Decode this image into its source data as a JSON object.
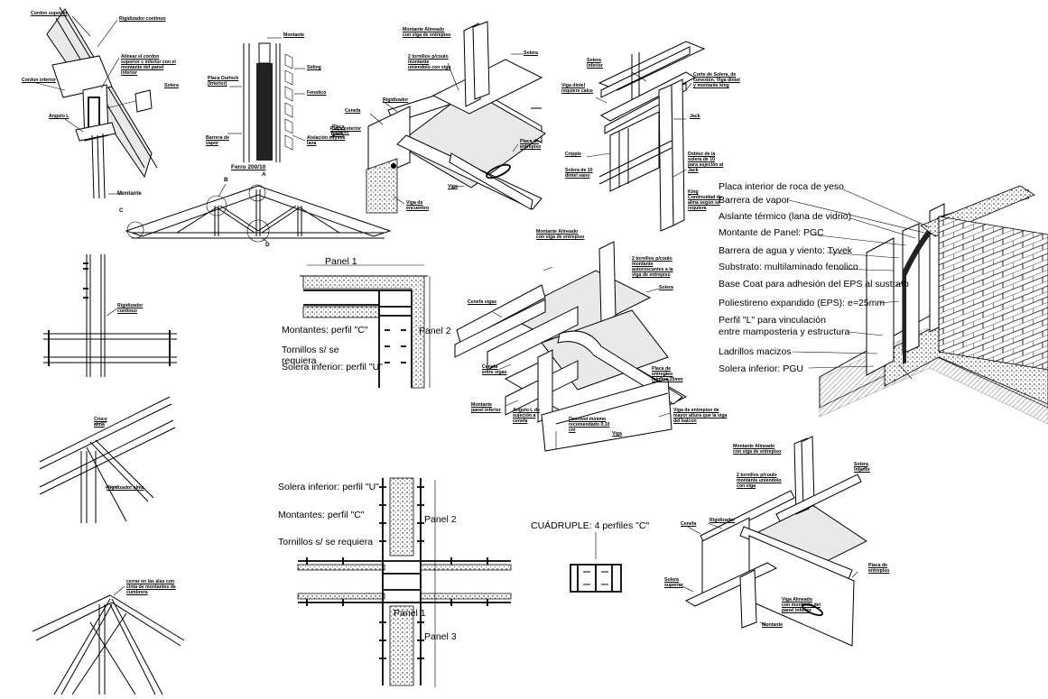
{
  "legend_right": {
    "items": [
      "Placa interior de roca de yeso",
      "Barrera de vapor",
      "Aislante térmico (lana de vidrio)",
      "Montante de Panel: PGC",
      "Barrera de agua y viento: Tyvek",
      "Substrato: multilaminado fenolico",
      "Base Coat para adhesión del EPS al sustrato",
      "Poliestireno expandido (EPS): e=25mm",
      "Perfil \"L\" para vinculación",
      "entre mamposteria y estructura",
      "Ladrillos macizos",
      "Solera inferior: PGU"
    ]
  },
  "plan_top": {
    "panel1": "Panel 1",
    "panel2": "Panel 2",
    "montantes": "Montantes: perfil \"C\"",
    "tornillos": "Tornillos s/ se",
    "tornillos2": "requiera",
    "solera": "Solera inferior: perfil \"U\""
  },
  "plan_bottom": {
    "solera": "Solera inferior: perfil \"U\"",
    "montantes": "Montantes: perfil \"C\"",
    "tornillos": "Tornillos s/ se requiera",
    "panel2": "Panel 2",
    "panel1": "Panel 1",
    "panel3": "Panel 3"
  },
  "cuadruple": {
    "title": "CUÁDRUPLE: 4 perfiles \"C\""
  },
  "truss_detail": {
    "cordon_superior": "Cordon superior",
    "rigidizador": "Rigidizador continuo",
    "alinear": "Alinear el cordon superior c inferior con el montante del panel inferior",
    "cordon_inferior": "Cordon inferior",
    "solera": "Solera",
    "angulo": "Angulo L",
    "montante": "Montante"
  },
  "wall_section": {
    "montante": "Montante",
    "placa_durlock": "Placa Durlock (Interior)",
    "siding": "Siding",
    "fenolico": "Fenolico",
    "barrera": "Barrera de vapor",
    "aislacion": "Aislación en lana",
    "tyvek": "Placa exterior Tyvek",
    "title": "Ferro 200/10"
  },
  "truss_letters": {
    "a": "A",
    "b": "B",
    "c": "C",
    "d": "D"
  },
  "joist_top": {
    "montante": "Montante Alineado con viga de entrepiso",
    "tornillos": "2 tornillos p/coulo montante uniendolo con viga",
    "solera": "Solera",
    "rigidizador": "Rigidizador",
    "cenefa": "Cenefa",
    "placa": "Placa exterior Tyvek",
    "placa_entrepiso": "Placa de entrepiso",
    "viga": "Viga",
    "viga_encuentro": "Viga de encuentro"
  },
  "window_detail": {
    "solera_inferior": "Solera inferior",
    "corte": "Corte de Solera, de conexión. Viga dintel y montante king",
    "viga_dintel": "Viga dintel requiere calce",
    "jack": "Jack",
    "cripple": "Cripple",
    "doblez": "Doblez de la solera de 10 para sujeción al Jack",
    "solera_ventana": "Solera de 10 dintel vano",
    "king": "King",
    "continuidad": "Continuidad de alma según se requiera"
  },
  "small_details": {
    "rigidizador": "Rigidizador continuo",
    "cruce": "Cruce alma",
    "rigid2": "Rigidizador alma",
    "cerrar": "cerrar en las alas con cinta de montantes de cumbrera"
  },
  "center_joist": {
    "montante": "Montante Alineado con viga de entrepiso",
    "tornillos": "2 tornillos p/coulo montante autoroscantes a la viga de entrepiso",
    "solera": "Solera",
    "cenefa_viga": "Cenefa vigas",
    "cenefa_entre": "Cenefa entre vigas",
    "montante_panel": "Montante panel inferior",
    "angulo": "Angulo L de sujeción a cenefa",
    "desnivel": "Desnivel mínimo recomendado 0.10 cm",
    "placa": "Placa de entrepiso mínima 25mm",
    "viga": "Viga de entrepiso de mayor altura que la viga del balcon",
    "viga2": "Viga"
  },
  "bottom_right_joist": {
    "montante": "Montante Alineado con viga de entrepiso",
    "tornillos": "2 tornillos p/coulo montante uniendolo con viga",
    "solera_inf": "Solera inferior",
    "rigidizador": "Rigidizador",
    "cenefa": "Cenefa",
    "placa": "Placa de entrepiso",
    "solera_sup": "Solera superior",
    "viga": "Viga Alineado con montante del panel inferior",
    "montante2": "Montante"
  }
}
